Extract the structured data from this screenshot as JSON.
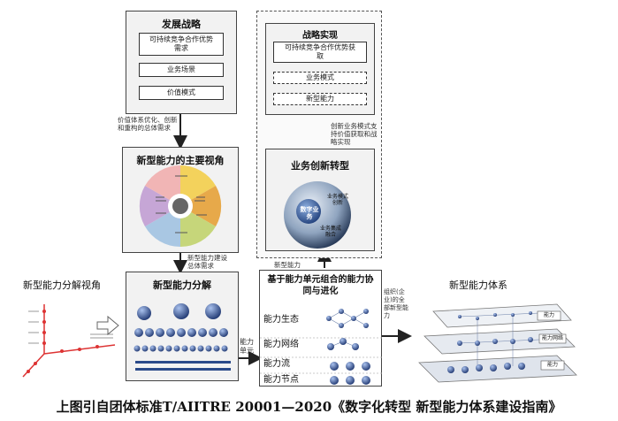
{
  "strategy": {
    "title": "发展战略",
    "items": [
      "可持续竞争合作优势需求",
      "业务场景",
      "价值模式"
    ]
  },
  "strategy_note": "价值体系优化、创新和重构的总体需求",
  "perspective": {
    "title": "新型能力的主要视角"
  },
  "decompose_note": "新型能力建设总体需求",
  "realize": {
    "title": "战略实现",
    "items": [
      "可持续竞争合作优势获取",
      "业务模式",
      "新型能力"
    ]
  },
  "realize_note": "创新业务模式支持价值获取和战略实现",
  "innovation": {
    "title": "业务创新转型",
    "circle_center": "数字业务",
    "circle_labels": [
      "业务模式创新",
      "业务集成融合"
    ]
  },
  "new_capability_label": "新型能力",
  "decompose_view": {
    "title": "新型能力分解视角"
  },
  "decompose": {
    "title": "新型能力分解"
  },
  "unit_note": "能力单元",
  "evolve": {
    "title": "基于能力单元组合的能力协同与进化",
    "levels": [
      "能力生态",
      "能力网络",
      "能力流",
      "能力节点"
    ]
  },
  "org_note": "组织(企业)的全部新型能力",
  "system": {
    "title": "新型能力体系",
    "layer_labels": [
      "能力",
      "能力网络",
      "能力"
    ]
  },
  "caption": "上图引自团体标准T/AIITRE 20001—2020《数字化转型 新型能力体系建设指南》",
  "colors": {
    "sphere": "#2f4d8f",
    "border": "#444444",
    "panel": "#f2f2f2"
  }
}
